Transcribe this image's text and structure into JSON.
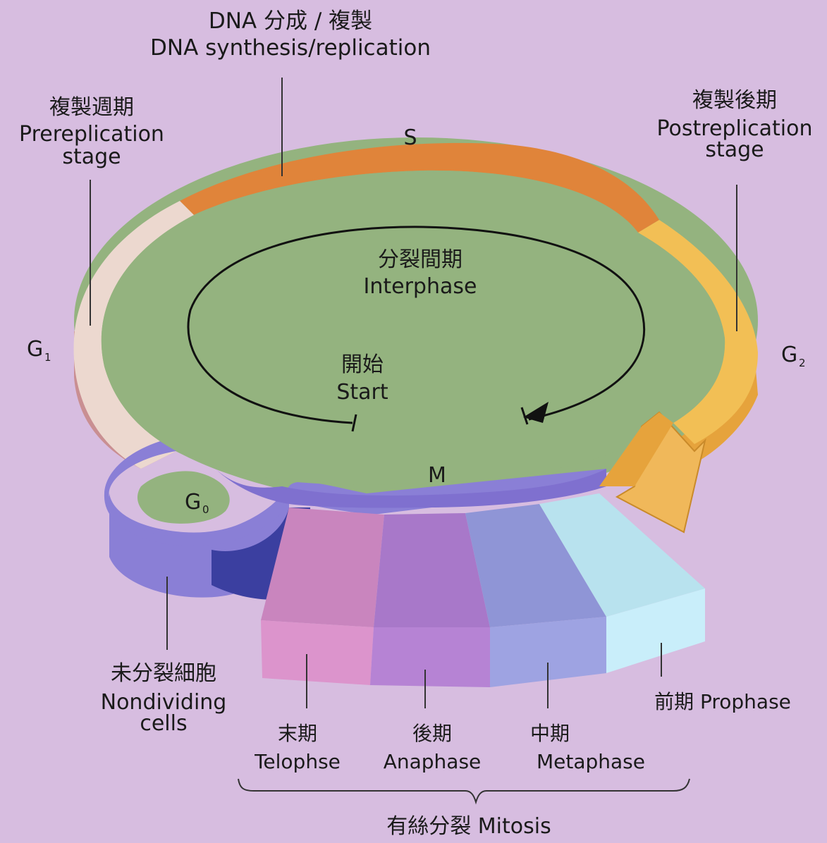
{
  "labels": {
    "dna_zh": "DNA 分成 / 複製",
    "dna_en": "DNA synthesis/replication",
    "pre_zh": "複製週期",
    "pre_en1": "Prereplication",
    "pre_en2": "stage",
    "post_zh": "複製後期",
    "post_en1": "Postreplication",
    "post_en2": "stage",
    "s": "S",
    "g1": "G",
    "g1_sub": "1",
    "g2": "G",
    "g2_sub": "2",
    "g0": "G",
    "g0_sub": "0",
    "m": "M",
    "interphase_zh": "分裂間期",
    "interphase_en": "Interphase",
    "start_zh": "開始",
    "start_en": "Start",
    "nondiv_zh": "未分裂細胞",
    "nondiv_en1": "Nondividing",
    "nondiv_en2": "cells",
    "telo_zh": "末期",
    "telo_en": "Telophse",
    "ana_zh": "後期",
    "ana_en": "Anaphase",
    "meta_zh": "中期",
    "meta_en": "Metaphase",
    "pro": "前期 Prophase",
    "mitosis": "有絲分裂 Mitosis"
  },
  "colors": {
    "background": "#d7bde0",
    "interphase_disk": "#94b37f",
    "s_phase": "#e0843a",
    "g1_phase": "#ecd8cf",
    "g2_phase": "#f2bf55",
    "g0_loop": "#8a7fd6",
    "telophase": "#dc94cc",
    "anaphase": "#b683d4",
    "metaphase": "#9ea3e2",
    "prophase": "#c9eefa"
  }
}
